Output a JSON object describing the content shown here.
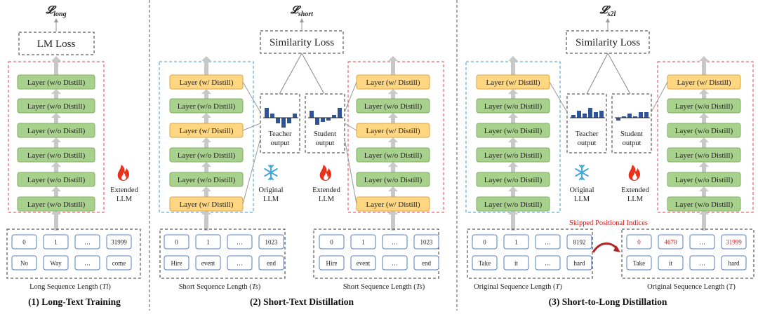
{
  "panels": [
    {
      "caption": "(1) Long-Text Training",
      "loss_symbol": "𝓛",
      "loss_subscript": "long",
      "loss_box": "LM Loss",
      "layers": [
        "Layer (w/o Distill)",
        "Layer (w/o Distill)",
        "Layer (w/o Distill)",
        "Layer (w/o Distill)",
        "Layer (w/o Distill)",
        "Layer (w/o Distill)"
      ],
      "model_label_1": "Extended",
      "model_label_2": "LLM",
      "tokens_top": [
        "0",
        "1",
        "…",
        "31999"
      ],
      "tokens_bottom": [
        "No",
        "Way",
        "…",
        "come"
      ],
      "seq_label": "Long Sequence Length (Tl)"
    },
    {
      "caption": "(2) Short-Text Distillation",
      "loss_symbol": "𝓛",
      "loss_subscript": "short",
      "loss_box": "Similarity Loss",
      "left_layers": [
        "Layer (w/ Distill)",
        "Layer (w/o Distill)",
        "Layer (w/ Distill)",
        "Layer (w/o Distill)",
        "Layer (w/o Distill)",
        "Layer (w/ Distill)"
      ],
      "right_layers": [
        "Layer (w/ Distill)",
        "Layer (w/o Distill)",
        "Layer (w/ Distill)",
        "Layer (w/o Distill)",
        "Layer (w/o Distill)",
        "Layer (w/ Distill)"
      ],
      "teacher_1": "Teacher",
      "teacher_2": "output",
      "student_1": "Student",
      "student_2": "output",
      "orig_1": "Original",
      "orig_2": "LLM",
      "ext_1": "Extended",
      "ext_2": "LLM",
      "left_tokens_top": [
        "0",
        "1",
        "…",
        "1023"
      ],
      "left_tokens_bottom": [
        "Hire",
        "event",
        "…",
        "end"
      ],
      "right_tokens_top": [
        "0",
        "1",
        "…",
        "1023"
      ],
      "right_tokens_bottom": [
        "Hire",
        "event",
        "…",
        "end"
      ],
      "seq_label_left": "Short Sequence Length (Ts)",
      "seq_label_right": "Short Sequence Length (Ts)"
    },
    {
      "caption": "(3) Short-to-Long Distillation",
      "loss_symbol": "𝓛",
      "loss_subscript": "s2l",
      "loss_box": "Similarity Loss",
      "left_layers": [
        "Layer (w/ Distill)",
        "Layer (w/o Distill)",
        "Layer (w/o Distill)",
        "Layer (w/o Distill)",
        "Layer (w/o Distill)",
        "Layer (w/o Distill)"
      ],
      "right_layers": [
        "Layer (w/ Distill)",
        "Layer (w/o Distill)",
        "Layer (w/o Distill)",
        "Layer (w/o Distill)",
        "Layer (w/o Distill)",
        "Layer (w/o Distill)"
      ],
      "teacher_1": "Teacher",
      "teacher_2": "output",
      "student_1": "Student",
      "student_2": "output",
      "orig_1": "Original",
      "orig_2": "LLM",
      "ext_1": "Extended",
      "ext_2": "LLM",
      "skip_label": "Skipped Positional  Indices",
      "left_tokens_top": [
        "0",
        "1",
        "…",
        "8192"
      ],
      "left_tokens_bottom": [
        "Take",
        "it",
        "…",
        "hard"
      ],
      "right_tokens_top": [
        "0",
        "4678",
        "…",
        "31999"
      ],
      "right_tokens_bottom": [
        "Take",
        "it",
        "…",
        "hard"
      ],
      "seq_label_left": "Original Sequence Length (T)",
      "seq_label_right": "Original Sequence Length (T)"
    }
  ],
  "colors": {
    "layer_green": "#a9d18e",
    "layer_green_border": "#7fae63",
    "layer_orange": "#ffd782",
    "layer_orange_border": "#d9a640",
    "red_dashed": "#e0404a",
    "blue_dashed": "#3d9ad6",
    "bar_blue": "#2f5597",
    "arrow_gray": "#c8c8c8",
    "token_border": "#5b7cb8",
    "highlight_red": "#d11a1a",
    "flame": "#e8311a",
    "snowflake": "#3fa7e0"
  }
}
